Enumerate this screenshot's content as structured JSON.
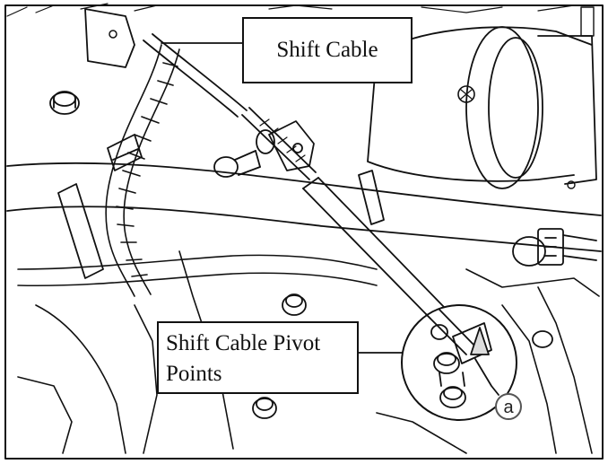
{
  "figure": {
    "callouts": {
      "shift_cable": "Shift Cable",
      "pivot_line1": "Shift Cable Pivot",
      "pivot_line2": "Points"
    },
    "reference_letter": "a"
  },
  "colors": {
    "line": "#111111",
    "background": "#ffffff"
  }
}
